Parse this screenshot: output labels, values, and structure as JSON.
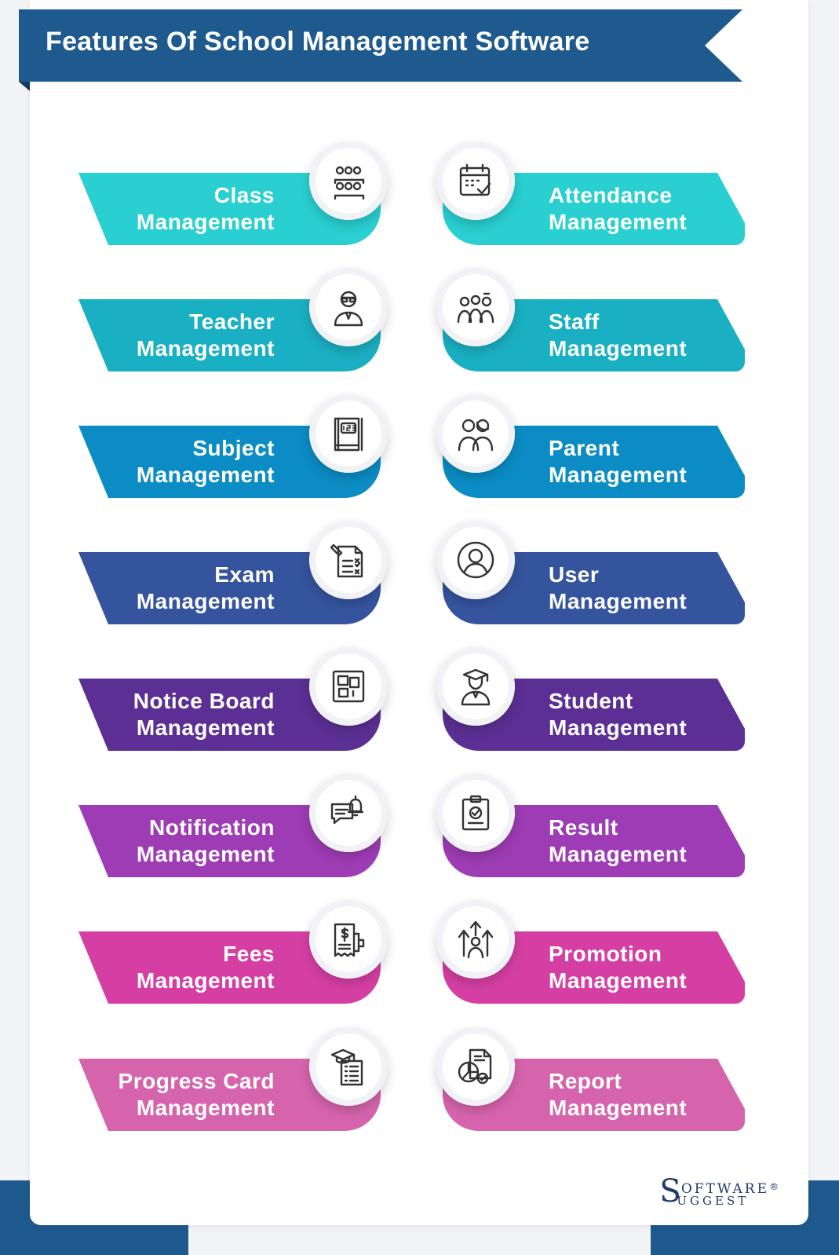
{
  "title": "Features Of School Management Software",
  "colors": {
    "banner": "#1e5a8e",
    "row1": "#29cfd1",
    "row2": "#1ab0c3",
    "row3": "#0b8cc4",
    "row4": "#35549e",
    "row5": "#5b2f93",
    "row6": "#9d3cb4",
    "row7": "#d53fa3",
    "row8": "#d564ac"
  },
  "features": {
    "class": {
      "line1": "Class",
      "line2": "Management",
      "icon": "classroom-icon"
    },
    "attendance": {
      "line1": "Attendance",
      "line2": "Management",
      "icon": "calendar-check-icon"
    },
    "teacher": {
      "line1": "Teacher",
      "line2": "Management",
      "icon": "teacher-icon"
    },
    "staff": {
      "line1": "Staff",
      "line2": "Management",
      "icon": "staff-group-icon"
    },
    "subject": {
      "line1": "Subject",
      "line2": "Management",
      "icon": "book-icon"
    },
    "parent": {
      "line1": "Parent",
      "line2": "Management",
      "icon": "parents-icon"
    },
    "exam": {
      "line1": "Exam",
      "line2": "Management",
      "icon": "exam-paper-icon"
    },
    "user": {
      "line1": "User",
      "line2": "Management",
      "icon": "user-icon"
    },
    "notice": {
      "line1": "Notice Board",
      "line2": "Management",
      "icon": "notice-board-icon"
    },
    "student": {
      "line1": "Student",
      "line2": "Management",
      "icon": "graduate-icon"
    },
    "notification": {
      "line1": "Notification",
      "line2": "Management",
      "icon": "chat-bell-icon"
    },
    "result": {
      "line1": "Result",
      "line2": "Management",
      "icon": "clipboard-check-icon"
    },
    "fees": {
      "line1": "Fees",
      "line2": "Management",
      "icon": "receipt-icon"
    },
    "promotion": {
      "line1": "Promotion",
      "line2": "Management",
      "icon": "promotion-arrows-icon"
    },
    "progress": {
      "line1": "Progress Card",
      "line2": "Management",
      "icon": "progress-card-icon"
    },
    "report": {
      "line1": "Report",
      "line2": "Management",
      "icon": "report-chart-icon"
    }
  },
  "logo": {
    "brand_top": "OFTWARE",
    "brand_bottom": "UGGEST",
    "brand_initial": "S",
    "reg": "®"
  }
}
